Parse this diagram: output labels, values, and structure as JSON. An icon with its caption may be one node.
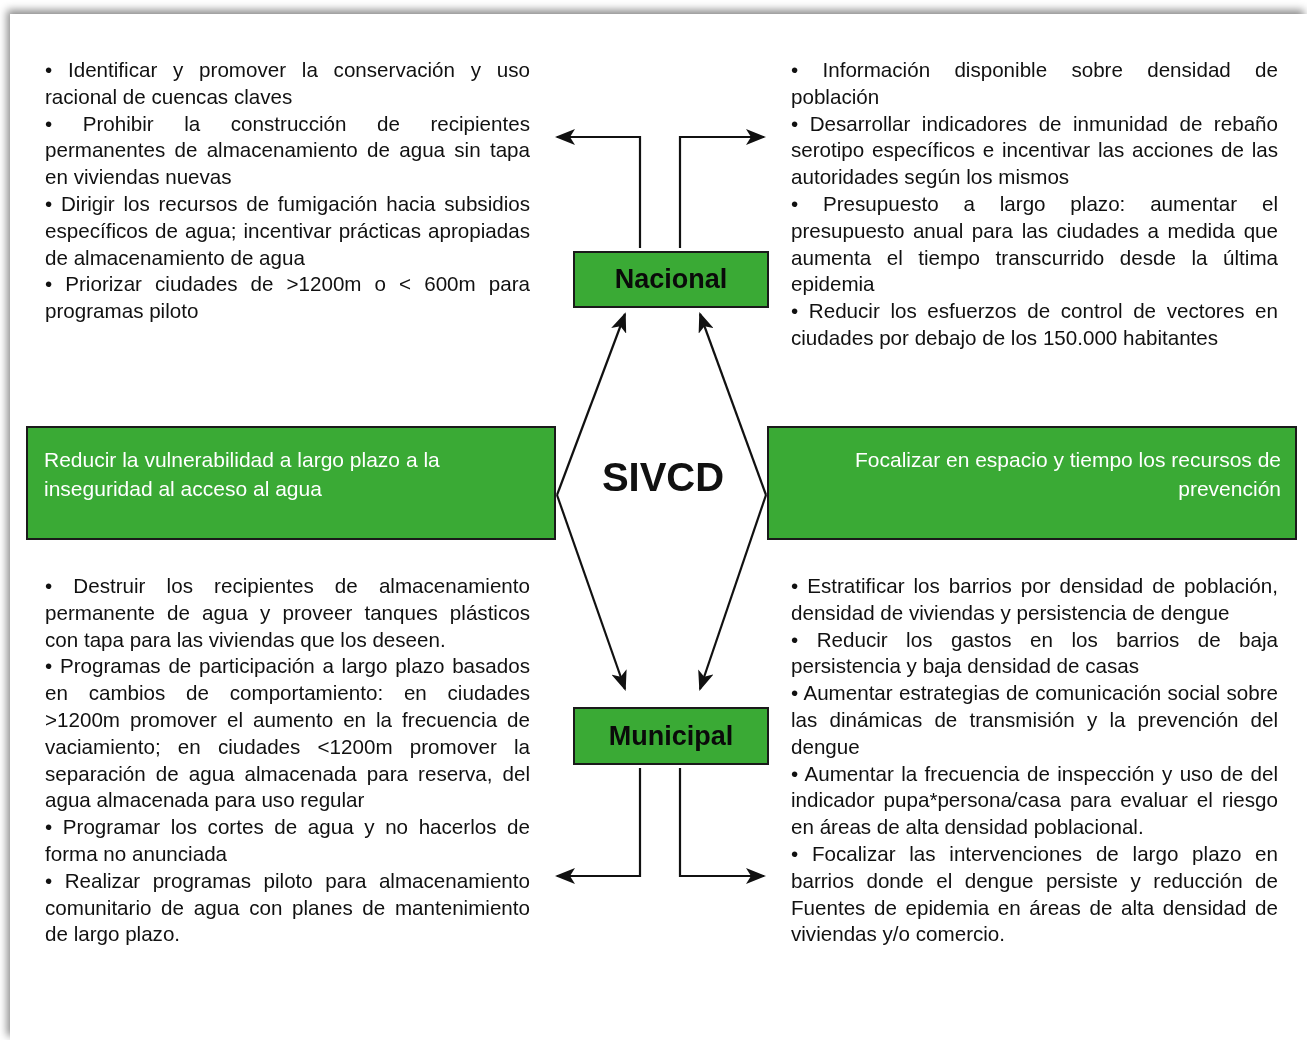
{
  "diagram": {
    "nodes": [
      {
        "text": [
          "Nacional"
        ]
      },
      {
        "text": [
          "Reducir la vulnerabilidad a largo plazo a la inseguridad al acceso al agua"
        ]
      },
      {
        "text": [
          "Focalizar en espacio y tiempo los recursos de prevención"
        ]
      },
      {
        "text": [
          "Municipal"
        ]
      },
      {
        "text": [
          "• Identificar y promover la conservación y uso racional de cuencas claves",
          "• Prohibir la construcción de recipientes permanentes de almacenamiento de agua sin tapa en viviendas nuevas",
          "• Dirigir los recursos de fumigación hacia subsidios específicos de agua; incentivar prácticas apropiadas de almacenamiento de agua",
          "• Priorizar ciudades de >1200m o < 600m para programas piloto"
        ]
      },
      {
        "text": [
          "• Información disponible sobre densidad de población",
          "• Desarrollar indicadores de inmunidad de rebaño serotipo específicos e incentivar las acciones de las autoridades según los mismos",
          "• Presupuesto a largo plazo: aumentar el presupuesto anual para las ciudades a medida que aumenta el tiempo transcurrido desde la última epidemia",
          "• Reducir los esfuerzos de control de vectores en ciudades por debajo de los 150.000 habitantes"
        ]
      },
      {
        "text": [
          "• Destruir los recipientes de almacenamiento permanente de agua y proveer tanques plásticos con tapa para las viviendas que los deseen.",
          "• Programas de participación a largo plazo basados en cambios de comportamiento: en ciudades >1200m promover el aumento en la frecuencia de vaciamiento; en ciudades <1200m promover la separación de agua almacenada para reserva, del agua almacenada para uso regular",
          "• Programar los cortes de agua y no hacerlos de forma no anunciada",
          "• Realizar programas piloto para almacenamiento comunitario de agua con planes de mantenimiento de largo plazo."
        ]
      },
      {
        "text": [
          "• Estratificar los barrios por densidad de población, densidad de viviendas y persistencia de dengue",
          "• Reducir los gastos en los barrios de baja persistencia y baja densidad de casas",
          "• Aumentar estrategias de comunicación social sobre las dinámicas de transmisión y la prevención del dengue",
          "• Aumentar la frecuencia de inspección y uso de del indicador pupa*persona/casa para evaluar el riesgo en áreas de alta densidad poblacional.",
          "• Focalizar las intervenciones de largo plazo en barrios donde el dengue persiste y reducción de Fuentes de epidemia en áreas de alta densidad de viviendas y/o comercio."
        ]
      }
    ],
    "edges": [
      {
        "from": 1,
        "to": 0,
        "arrow": "to"
      },
      {
        "from": 1,
        "to": 3,
        "arrow": "to"
      },
      {
        "from": 2,
        "to": 0,
        "arrow": "to"
      },
      {
        "from": 2,
        "to": 3,
        "arrow": "to"
      },
      {
        "from": 0,
        "to": 4,
        "arrow": "to"
      },
      {
        "from": 0,
        "to": 5,
        "arrow": "to"
      },
      {
        "from": 3,
        "to": 6,
        "arrow": "to"
      },
      {
        "from": 3,
        "to": 7,
        "arrow": "to"
      }
    ],
    "labels": [
      "SIVCD"
    ]
  }
}
